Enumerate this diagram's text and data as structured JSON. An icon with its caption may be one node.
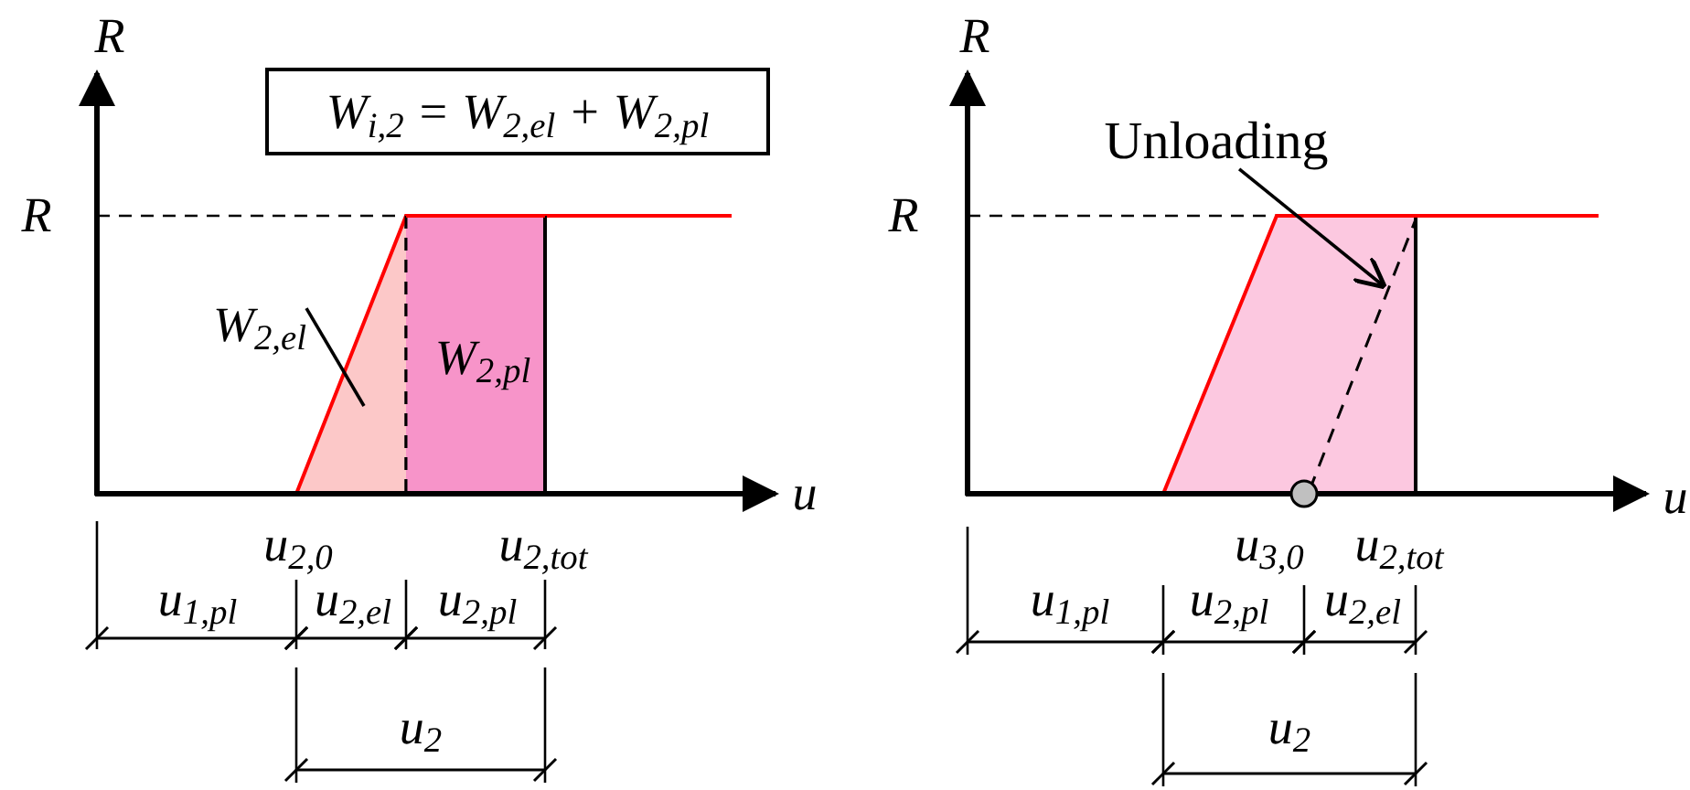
{
  "diagram": {
    "nodes": [
      {
        "text": [
          "W$_{i,2}$ = W$_{2,el}$ + W$_{2,pl}$"
        ]
      },
      {
        "text": [
          "W$_{2,el}$"
        ]
      },
      {
        "text": [
          "W$_{2,pl}$"
        ]
      },
      {
        "text": [
          "Unloading"
        ]
      }
    ],
    "edges": [
      {
        "from": 1,
        "to": null,
        "arrow": "none"
      },
      {
        "from": 3,
        "to": null,
        "arrow": "to"
      }
    ],
    "labels": [
      "R",
      "R",
      "u",
      "u$_{2,0}$",
      "u$_{2,tot}$",
      "u$_{1,pl}$",
      "u$_{2,el}$",
      "u$_{2,pl}$",
      "u$_{2}$",
      "R",
      "R",
      "u",
      "u$_{3,0}$",
      "u$_{2,tot}$",
      "u$_{1,pl}$",
      "u$_{2,pl}$",
      "u$_{2,el}$",
      "u$_{2}$"
    ]
  }
}
